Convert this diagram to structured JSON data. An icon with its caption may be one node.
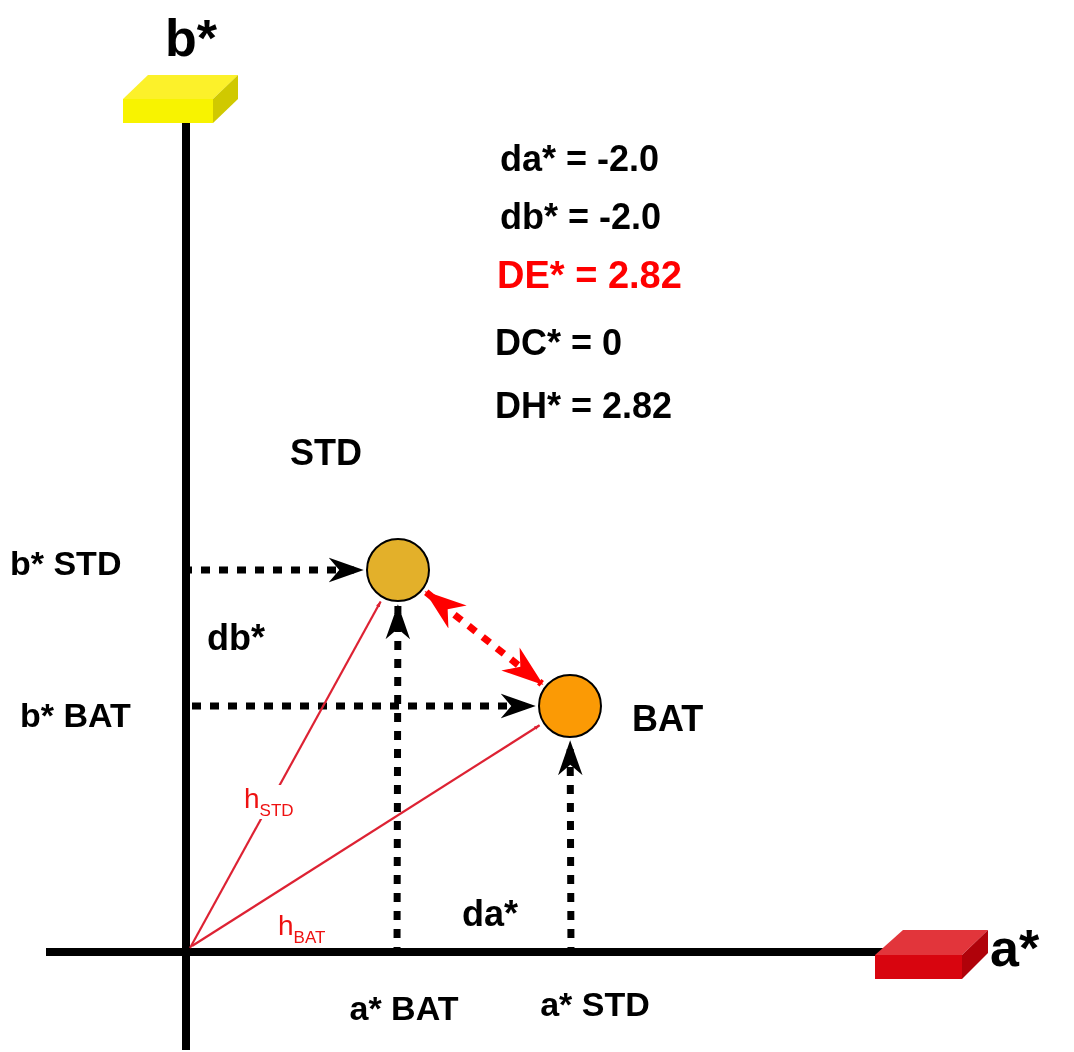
{
  "diagram": {
    "nodes": [
      {
        "text": [],
        "shape": "circle",
        "beside": [
          "STD"
        ]
      },
      {
        "text": [],
        "shape": "circle",
        "beside": [
          "BAT"
        ]
      },
      {
        "text": [
          "b* STD"
        ]
      },
      {
        "text": [
          "b* BAT"
        ]
      },
      {
        "text": [
          "a* BAT"
        ]
      },
      {
        "text": [
          "a* STD"
        ]
      }
    ],
    "edges": [
      {
        "from": 2,
        "to": 0,
        "arrow": "to",
        "style": "dashed"
      },
      {
        "from": 3,
        "to": 1,
        "arrow": "to",
        "style": "dashed"
      },
      {
        "from": 4,
        "to": 0,
        "arrow": "to",
        "style": "dashed"
      },
      {
        "from": 5,
        "to": 1,
        "arrow": "to",
        "style": "dashed"
      },
      {
        "from": 0,
        "to": 1,
        "arrow": "both",
        "style": "dashed",
        "color": "#ff0000"
      },
      {
        "from": null,
        "to": 0,
        "arrow": "to",
        "label": "h$_{STD}$",
        "color": "#dd2233"
      },
      {
        "from": null,
        "to": 1,
        "arrow": "to",
        "label": "h$_{BAT}$",
        "color": "#dd2233"
      }
    ],
    "labels": [
      "b*",
      "a*",
      "da* = -2.0",
      "db* = -2.0",
      "DE* = 2.82",
      "DC* = 0",
      "DH* = 2.82",
      "db*",
      "da*"
    ]
  }
}
